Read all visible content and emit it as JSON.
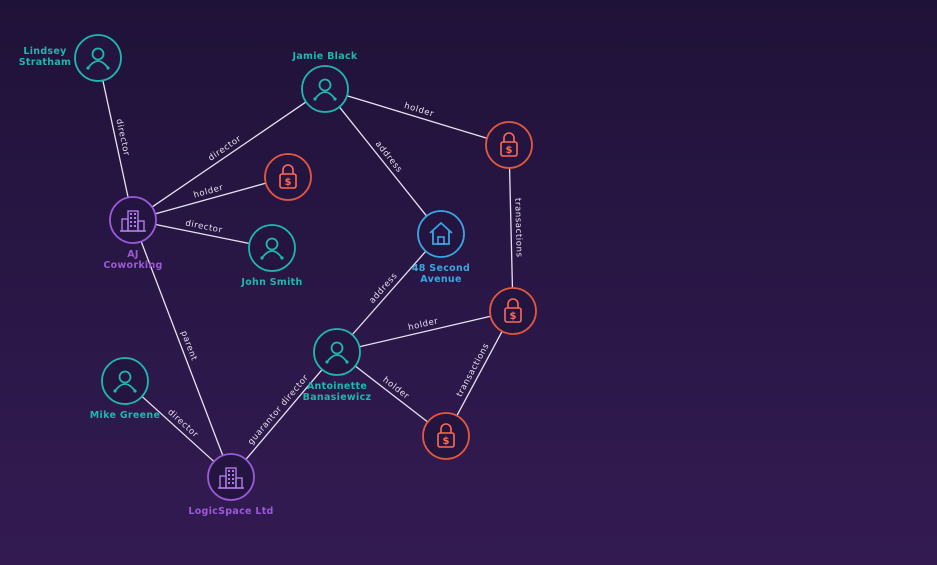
{
  "colors": {
    "person": "#1fb7ad",
    "company": "#9a5ad8",
    "account": "#e2583e",
    "address": "#3aa6e0",
    "edge": "#e7e2f0",
    "icon_account": "#ff6a55",
    "icon_company": "#b07ae8"
  },
  "nodes": [
    {
      "id": "lindsey",
      "type": "person",
      "label": [
        "Lindsey",
        "Stratham"
      ],
      "label_pos": "left"
    },
    {
      "id": "jamie",
      "type": "person",
      "label": [
        "Jamie Black"
      ],
      "label_pos": "above"
    },
    {
      "id": "acct1",
      "type": "account",
      "label": []
    },
    {
      "id": "acct2",
      "type": "account",
      "label": []
    },
    {
      "id": "aj",
      "type": "company",
      "label": [
        "AJ",
        "Coworking"
      ],
      "label_pos": "below"
    },
    {
      "id": "john",
      "type": "person",
      "label": [
        "John Smith"
      ],
      "label_pos": "below"
    },
    {
      "id": "addr",
      "type": "address",
      "label": [
        "48 Second",
        "Avenue"
      ],
      "label_pos": "below"
    },
    {
      "id": "acct3",
      "type": "account",
      "label": []
    },
    {
      "id": "antoinette",
      "type": "person",
      "label": [
        "Antoinette",
        "Banasiewicz"
      ],
      "label_pos": "below"
    },
    {
      "id": "mike",
      "type": "person",
      "label": [
        "Mike Greene"
      ],
      "label_pos": "below"
    },
    {
      "id": "acct4",
      "type": "account",
      "label": []
    },
    {
      "id": "logic",
      "type": "company",
      "label": [
        "LogicSpace Ltd"
      ],
      "label_pos": "below"
    }
  ],
  "edges": [
    {
      "from": "lindsey",
      "to": "aj",
      "label": "director"
    },
    {
      "from": "aj",
      "to": "jamie",
      "label": "director"
    },
    {
      "from": "aj",
      "to": "acct2",
      "label": "holder"
    },
    {
      "from": "aj",
      "to": "john",
      "label": "director"
    },
    {
      "from": "aj",
      "to": "logic",
      "label": "parent"
    },
    {
      "from": "jamie",
      "to": "acct1",
      "label": "holder"
    },
    {
      "from": "jamie",
      "to": "addr",
      "label": "address"
    },
    {
      "from": "acct1",
      "to": "acct3",
      "label": "transactions"
    },
    {
      "from": "addr",
      "to": "antoinette",
      "label": "address"
    },
    {
      "from": "antoinette",
      "to": "acct3",
      "label": "holder"
    },
    {
      "from": "antoinette",
      "to": "acct4",
      "label": "holder"
    },
    {
      "from": "acct3",
      "to": "acct4",
      "label": "transactions"
    },
    {
      "from": "mike",
      "to": "logic",
      "label": "director"
    },
    {
      "from": "logic",
      "to": "antoinette",
      "label": "guarantor   director"
    }
  ]
}
